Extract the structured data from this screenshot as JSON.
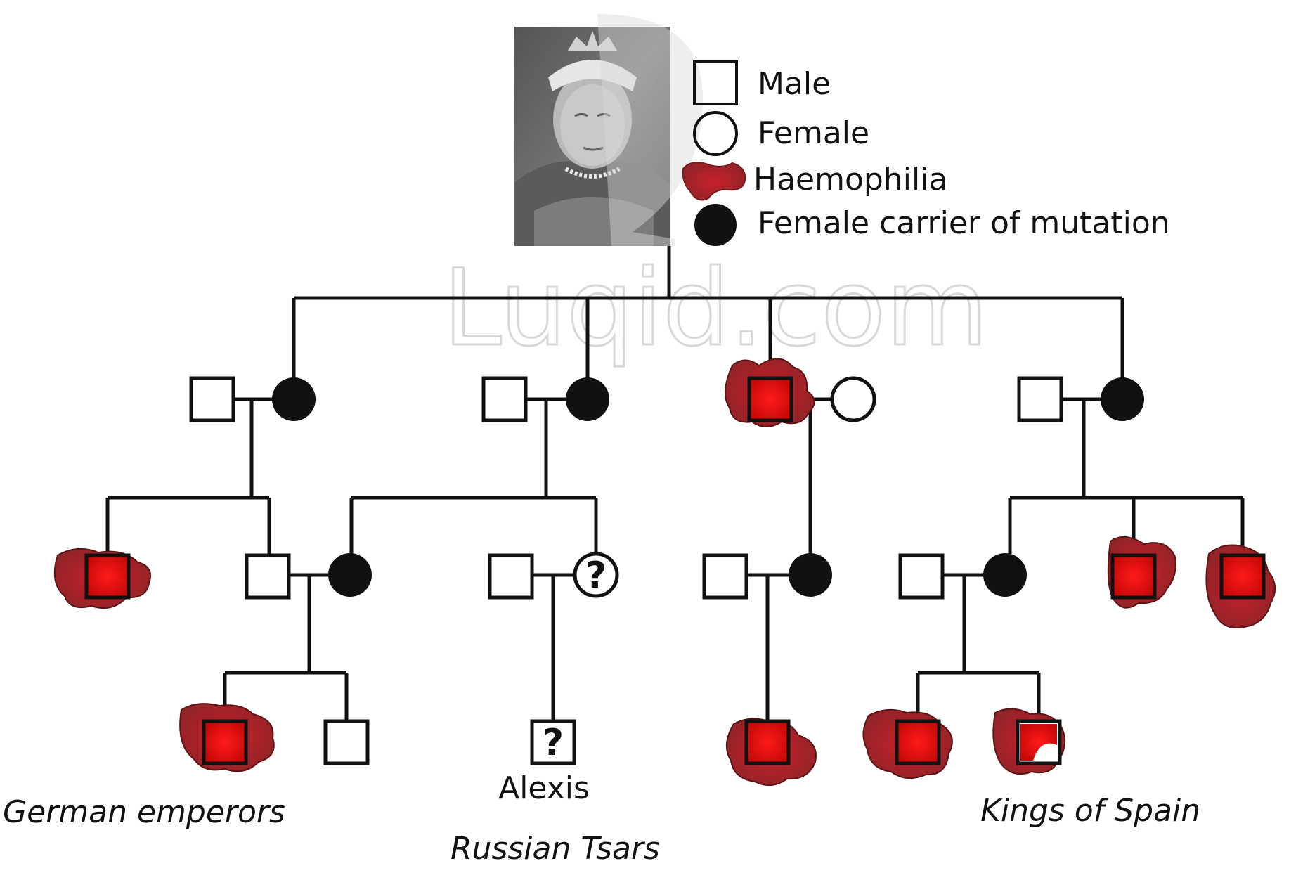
{
  "legend": {
    "male": "Male",
    "female": "Female",
    "haemophilia": "Haemophilia",
    "carrier": "Female carrier of mutation"
  },
  "watermark": "Luqid.com",
  "names": {
    "alexis": "Alexis"
  },
  "unknown_mark": "?",
  "captions": {
    "german": "German emperors",
    "russian": "Russian Tsars",
    "spain": "Kings of Spain"
  },
  "colors": {
    "haemophilia": "#d80f0f",
    "haemophilia_splash": "#a8262a",
    "line": "#111111"
  },
  "pedigree": {
    "root": "Queen Victoria portrait (female carrier)",
    "generation_2": [
      {
        "pair": [
          "male",
          "female carrier"
        ]
      },
      {
        "pair": [
          "male",
          "female carrier"
        ]
      },
      {
        "pair": [
          "male haemophilia",
          "female"
        ]
      },
      {
        "pair": [
          "male",
          "female carrier"
        ]
      }
    ],
    "generation_3": [
      "male haemophilia",
      "male + female carrier",
      "male + female unknown (?)",
      "male + female carrier",
      "male + female carrier",
      "male haemophilia",
      "male haemophilia"
    ],
    "generation_4": [
      "male haemophilia",
      "male",
      "male unknown (?) Alexis",
      "male haemophilia",
      "male haemophilia",
      "male haemophilia"
    ]
  }
}
